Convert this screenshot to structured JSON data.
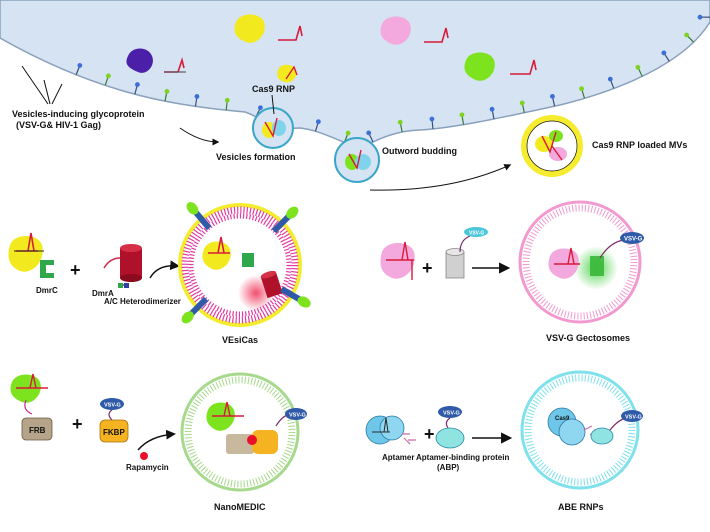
{
  "cell": {
    "glycoprotein_label_1": "Vesicles-inducing glycoprotein",
    "glycoprotein_label_2": "(VSV-G& HIV-1 Gag)",
    "rnp_label": "Cas9 RNP",
    "step_formation": "Vesicles formation",
    "step_budding": "Outword budding",
    "step_loaded": "Cas9 RNP loaded MVs"
  },
  "vesicas": {
    "dmrc": "DmrC",
    "dmra": "DmrA",
    "heterodimerizer": "A/C Heterodimerizer",
    "title": "VEsiCas"
  },
  "gectosomes": {
    "vsvg_tag": "VSV-G",
    "title": "VSV-G Gectosomes"
  },
  "nanomedic": {
    "frb": "FRB",
    "fkbp": "FKBP",
    "vsvg_tag": "VSV-G",
    "rapamycin": "Rapamycin",
    "title": "NanoMEDIC"
  },
  "abe": {
    "vsvg_tag": "VSV-G",
    "cas9_tag": "Cas9",
    "aptamer": "Aptamer",
    "abp_1": "Aptamer-binding protein",
    "abp_2": "(ABP)",
    "title": "ABE RNPs"
  },
  "colors": {
    "cytoplasm": "#d5e3f2",
    "cas9_yellow": "#f2ea1e",
    "cas9_green": "#7de31e",
    "cas9_pink": "#f3a9dd",
    "cas9_purple": "#4b1fa8",
    "grna_red": "#d81b3a",
    "vsvg_blue": "#2e5aa8",
    "membrane_yellow": "#f5ec2f",
    "membrane_magenta": "#e23aa3",
    "membrane_green": "#a6d98b",
    "membrane_cyan": "#7fe1ec"
  }
}
